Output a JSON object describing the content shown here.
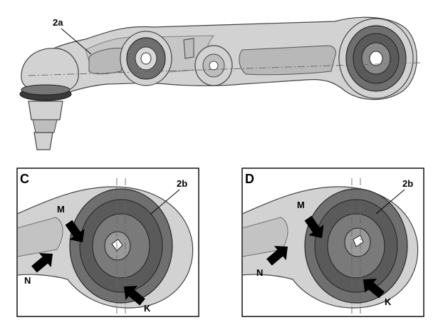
{
  "main_view": {
    "callout_2a": "2a"
  },
  "detail_c": {
    "title": "C",
    "callout_2b": "2b",
    "arrow_m": "M",
    "arrow_n": "N",
    "arrow_k": "K"
  },
  "detail_d": {
    "title": "D",
    "callout_2b": "2b",
    "arrow_m": "M",
    "arrow_n": "N",
    "arrow_k": "K"
  },
  "colors": {
    "metal": "#d2d2d2",
    "rubber": "#6f6f6f",
    "arrow": "#000000"
  }
}
